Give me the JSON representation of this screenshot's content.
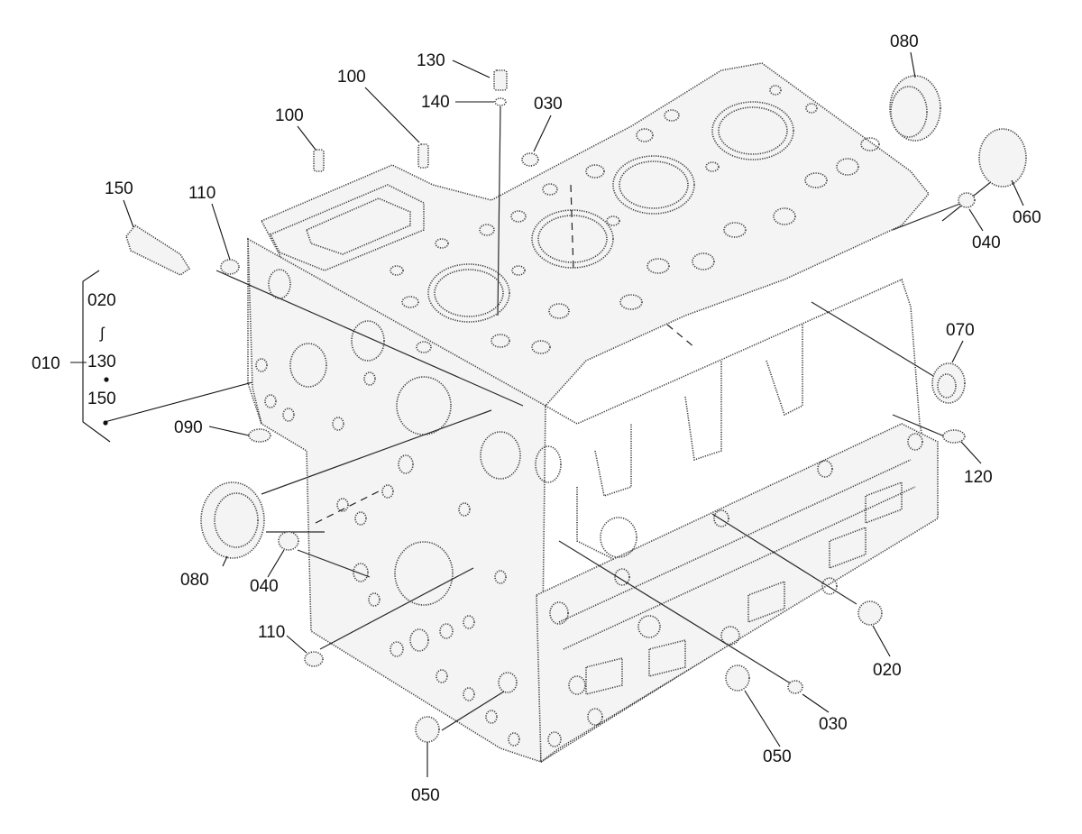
{
  "labels": {
    "p130_top": "130",
    "p140": "140",
    "p030_top": "030",
    "p080_top": "080",
    "p100_a": "100",
    "p100_b": "100",
    "p150": "150",
    "p110_top": "110",
    "p060": "060",
    "p040_right": "040",
    "p070": "070",
    "p120": "120",
    "p090": "090",
    "p080_left": "080",
    "p040_left": "040",
    "p110_bottom": "110",
    "p020_right": "020",
    "p030_bottom": "030",
    "p050_right": "050",
    "p050_bottom": "050"
  },
  "group": {
    "assembly": "010",
    "range_start": "020",
    "range_tilde": "∫",
    "range_mid": "130",
    "range_end": "150"
  },
  "colors": {
    "ink": "#111111",
    "stipple": "#3a3a3a",
    "background": "#ffffff"
  }
}
